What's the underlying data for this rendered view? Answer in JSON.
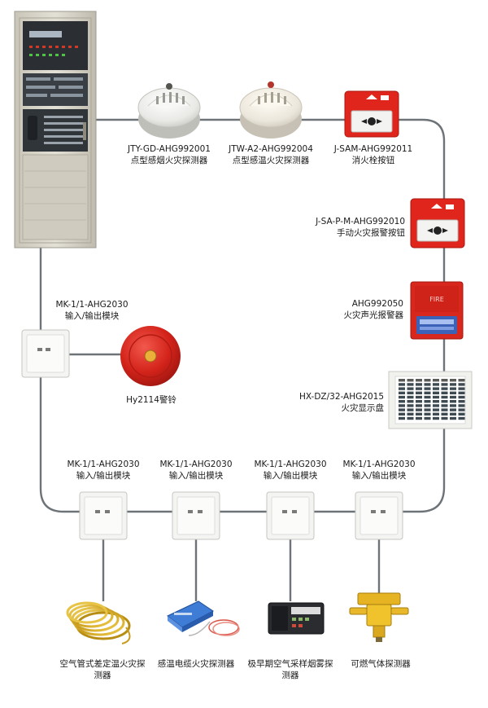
{
  "colors": {
    "wire": "#6e7378",
    "device_red": "#e0261c",
    "bell_red": "#d3231a",
    "cabinet": "#d6d2c6",
    "module_white": "#f4f4f2"
  },
  "devices": {
    "smoke_detector": {
      "model": "JTY-GD-AHG992001",
      "name": "点型感烟火灾探测器",
      "icon": "smoke-detector-icon"
    },
    "heat_detector": {
      "model": "JTW-A2-AHG992004",
      "name": "点型感温火灾探测器",
      "icon": "heat-detector-icon"
    },
    "hydrant_button": {
      "model": "J-SAM-AHG992011",
      "name": "消火栓按钮",
      "icon": "hydrant-button-icon"
    },
    "manual_alarm": {
      "model": "J-SA-P-M-AHG992010",
      "name": "手动火灾报警按钮",
      "icon": "manual-alarm-icon"
    },
    "sound_light_alarm": {
      "model": "AHG992050",
      "name": "火灾声光报警器",
      "icon": "strobe-alarm-icon"
    },
    "display_panel": {
      "model": "HX-DZ/32-AHG2015",
      "name": "火灾显示盘",
      "icon": "display-panel-icon"
    },
    "left_module": {
      "model": "MK-1/1-AHG2030",
      "name": "输入/输出模块",
      "icon": "io-module-icon"
    },
    "bell": {
      "name": "Hy2114警铃",
      "icon": "alarm-bell-icon"
    }
  },
  "bottom_modules": [
    {
      "model": "MK-1/1-AHG2030",
      "name": "输入/输出模块"
    },
    {
      "model": "MK-1/1-AHG2030",
      "name": "输入/输出模块"
    },
    {
      "model": "MK-1/1-AHG2030",
      "name": "输入/输出模块"
    },
    {
      "model": "MK-1/1-AHG2030",
      "name": "输入/输出模块"
    }
  ],
  "bottom_detectors": [
    {
      "name": "空气管式差定温火灾探测器",
      "icon": "air-tube-coil-icon"
    },
    {
      "name": "感温电缆火灾探测器",
      "icon": "heat-cable-icon"
    },
    {
      "name": "极早期空气采样烟雾探测器",
      "icon": "air-sampling-icon"
    },
    {
      "name": "可燃气体探测器",
      "icon": "gas-detector-icon"
    }
  ],
  "controller": {
    "icon": "fire-alarm-controller-icon"
  },
  "text": {
    "strobe_mark": "FIRE"
  }
}
